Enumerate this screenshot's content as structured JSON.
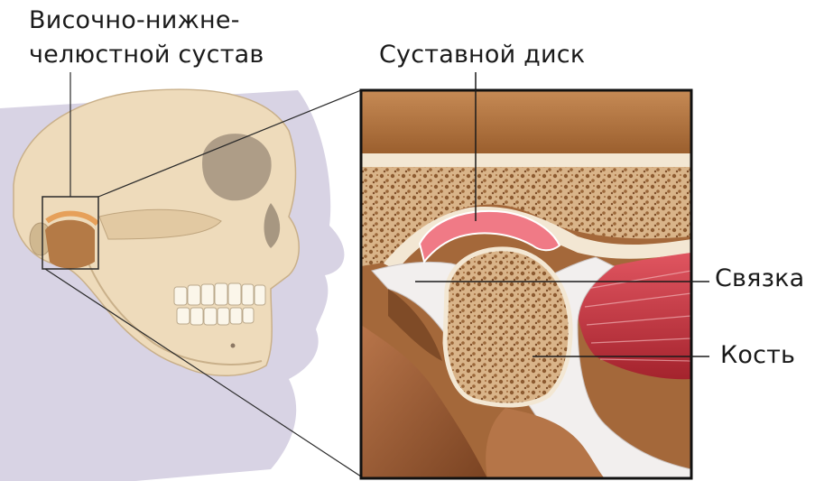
{
  "labels": {
    "joint_line1": "Височно-нижне-",
    "joint_line2": "челюстной сустав",
    "disc": "Суставной диск",
    "ligament": "Связка",
    "bone": "Кость"
  },
  "colors": {
    "face_background": "#d8d3e4",
    "skull": "#eedbbb",
    "bone_light": "#f0dcb8",
    "spongy": "#c9a276",
    "skin": "#a8643a",
    "disc": "#f07a86",
    "muscle": "#c8303c",
    "ligament": "#f2efee"
  }
}
